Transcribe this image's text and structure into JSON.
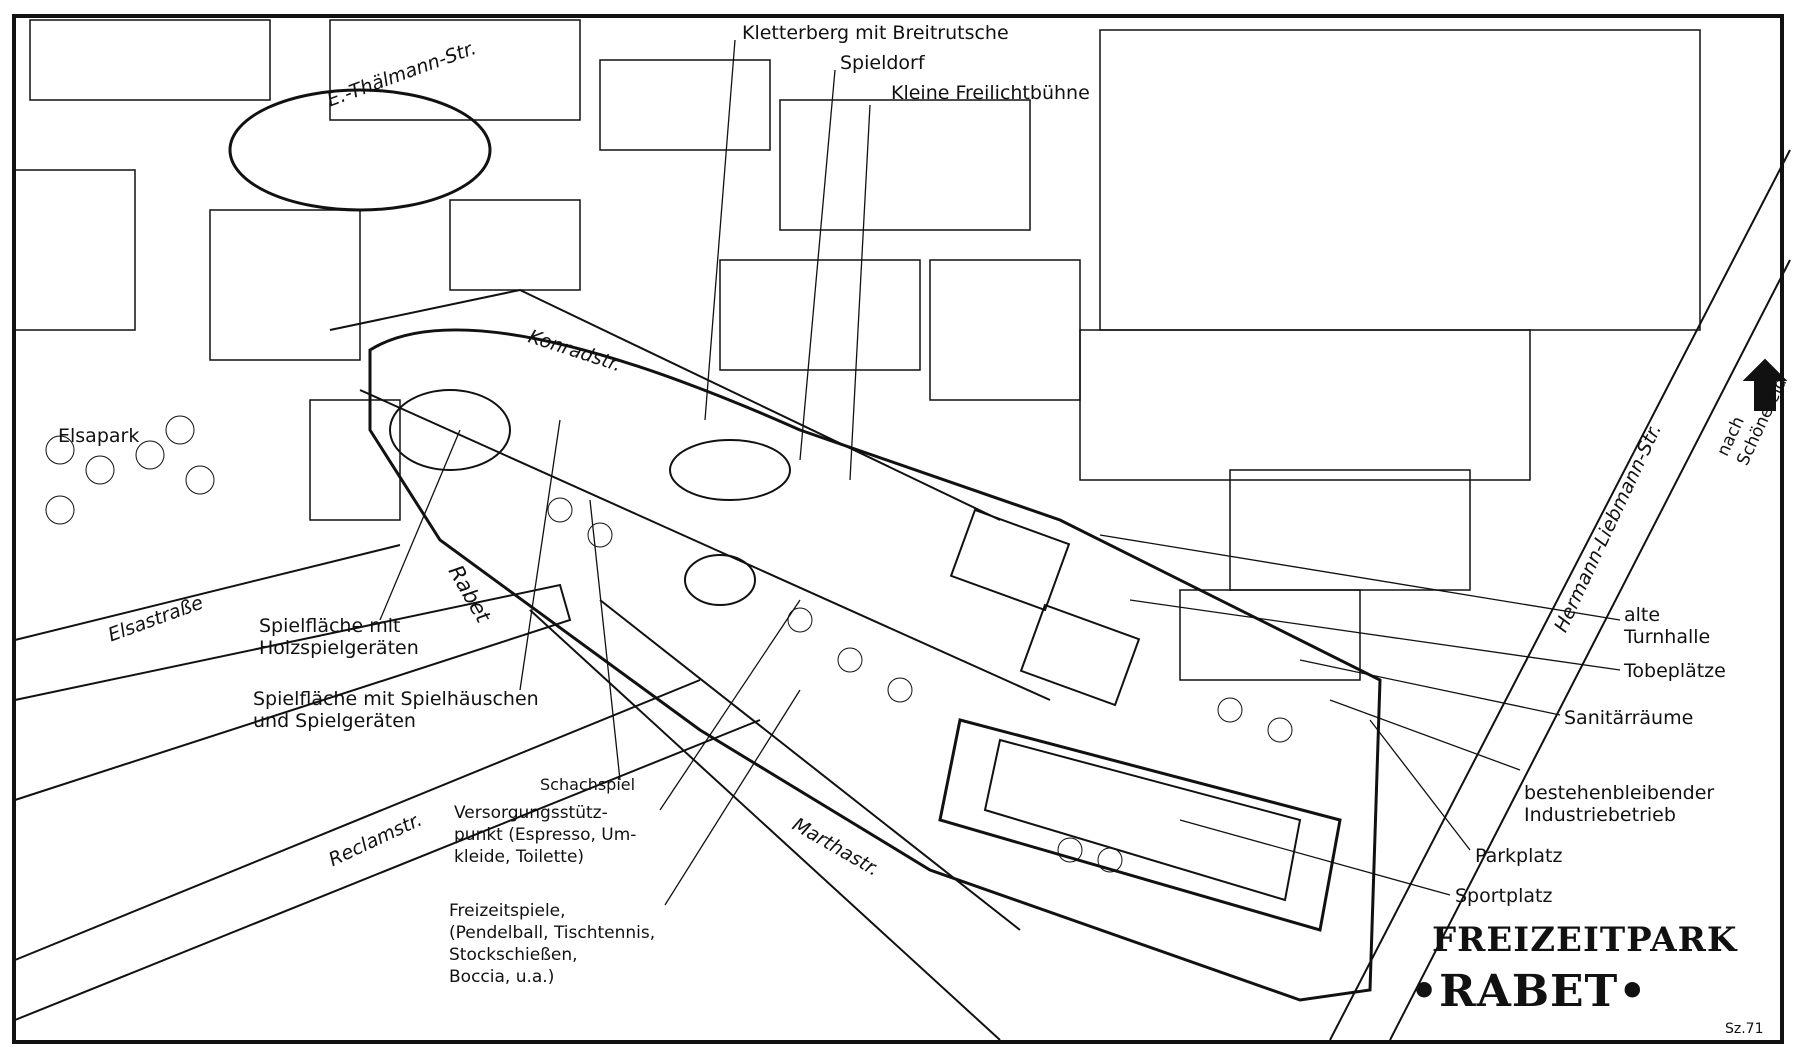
{
  "title": {
    "line1": "FREIZEITPARK",
    "line2": "•RABET•"
  },
  "signature": "Sz.71",
  "labels": {
    "kletterberg": "Kletterberg mit Breitrutsche",
    "spieldorf": "Spieldorf",
    "freilichtbuehne": "Kleine Freilichtbühne",
    "holzspiel": "Spielfläche mit\nHolzspielgeräten",
    "spielhaeuschen": "Spielfläche mit Spielhäuschen\nund Spielgeräten",
    "schachspiel": "Schachspiel",
    "versorgung": "Versorgungsstütz-\npunkt (Espresso, Um-\nkleide, Toilette)",
    "freizeitspiele": "Freizeitspiele,\n(Pendelball, Tischtennis,\nStockschießen,\nBoccia, u.a.)",
    "turnhalle": "alte\nTurnhalle",
    "tobeplaetze": "Tobeplätze",
    "sanitaer": "Sanitärräume",
    "industrie": "bestehenbleibender\nIndustriebetrieb",
    "parkplatz": "Parkplatz",
    "sportplatz": "Sportplatz",
    "elsapark": "Elsapark",
    "nach_schoenefeld": "nach\nSchönefeld"
  },
  "streets": {
    "thaelmann": "E.-Thälmann-Str.",
    "konrad": "Konradstr.",
    "elsa": "Elsastraße",
    "rabet": "Rabet",
    "reclam": "Reclamstr.",
    "martha": "Marthastr.",
    "liebmann": "Hermann-Liebmann-Str."
  }
}
